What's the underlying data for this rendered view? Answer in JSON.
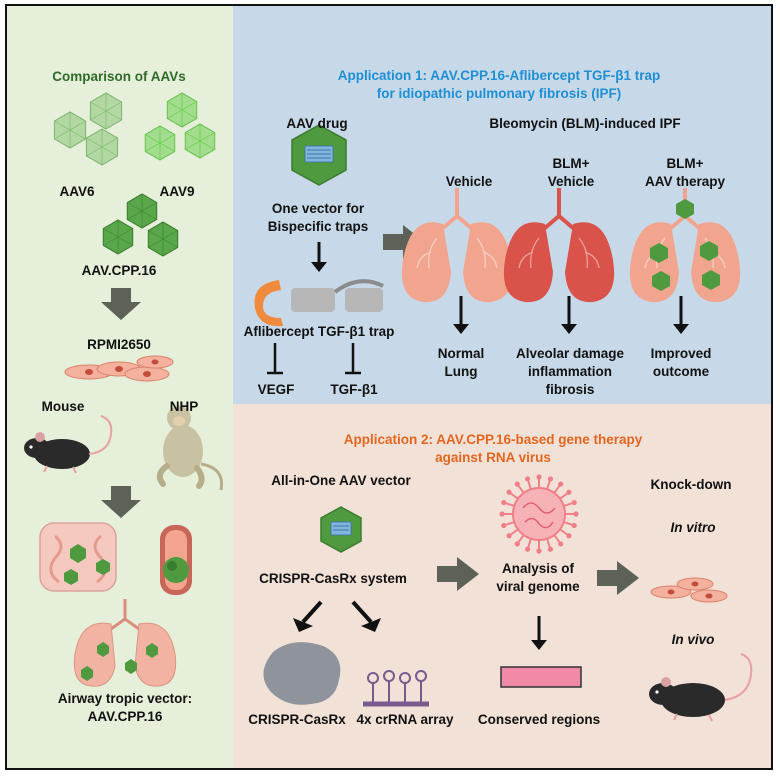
{
  "left": {
    "title": "Comparison of AAVs",
    "aav6": "AAV6",
    "aav9": "AAV9",
    "aavcpp": "AAV.CPP.16",
    "cell_line": "RPMI2650",
    "mouse": "Mouse",
    "nhp": "NHP",
    "conclusion_line1": "Airway tropic vector:",
    "conclusion_line2": "AAV.CPP.16"
  },
  "app1": {
    "title_line1": "Application 1: AAV.CPP.16-Aflibercept TGF-β1 trap",
    "title_line2": "for idiopathic pulmonary fibrosis (IPF)",
    "aav_drug": "AAV drug",
    "one_vector_line1": "One vector for",
    "one_vector_line2": "Bispecific traps",
    "trap_label": "Aflibercept TGF-β1 trap",
    "vegf": "VEGF",
    "tgfb1": "TGF-β1",
    "blm_model": "Bleomycin (BLM)-induced IPF",
    "vehicle": "Vehicle",
    "blm_vehicle_line1": "BLM+",
    "blm_vehicle_line2": "Vehicle",
    "blm_aav_line1": "BLM+",
    "blm_aav_line2": "AAV therapy",
    "normal_line1": "Normal",
    "normal_line2": "Lung",
    "damage_line1": "Alveolar damage",
    "damage_line2": "inflammation",
    "damage_line3": "fibrosis",
    "improved_line1": "Improved",
    "improved_line2": "outcome"
  },
  "app2": {
    "title_line1": "Application 2: AAV.CPP.16-based gene therapy",
    "title_line2": "against RNA virus",
    "all_in_one": "All-in-One AAV vector",
    "crispr_system": "CRISPR-CasRx system",
    "crispr_casrx": "CRISPR-CasRx",
    "crrna": "4x crRNA array",
    "analysis_line1": "Analysis of",
    "analysis_line2": "viral genome",
    "conserved": "Conserved regions",
    "knockdown": "Knock-down",
    "in_vitro": "In vitro",
    "in_vivo": "In vivo"
  },
  "colors": {
    "left_bg": "#e6efd9",
    "app1_bg": "#c7d9e8",
    "app2_bg": "#f2e1d7",
    "green_title": "#2f6b28",
    "blue_title": "#1e8fd3",
    "orange_title": "#e2661f",
    "capsid_green": "#5aa64a",
    "lung_pink": "#f2a58e",
    "lung_red": "#d9534a",
    "virus_pink": "#f07f88",
    "region_pink": "#f08aa6"
  },
  "icons": [
    "aav-capsid-icon",
    "arrow-icon",
    "lung-icon",
    "virus-icon",
    "mouse-icon",
    "monkey-icon",
    "cell-icon",
    "inhibition-icon",
    "casrx-protein-icon",
    "crrna-array-icon",
    "antibody-trap-icon",
    "nasal-cavity-icon",
    "trachea-icon"
  ]
}
